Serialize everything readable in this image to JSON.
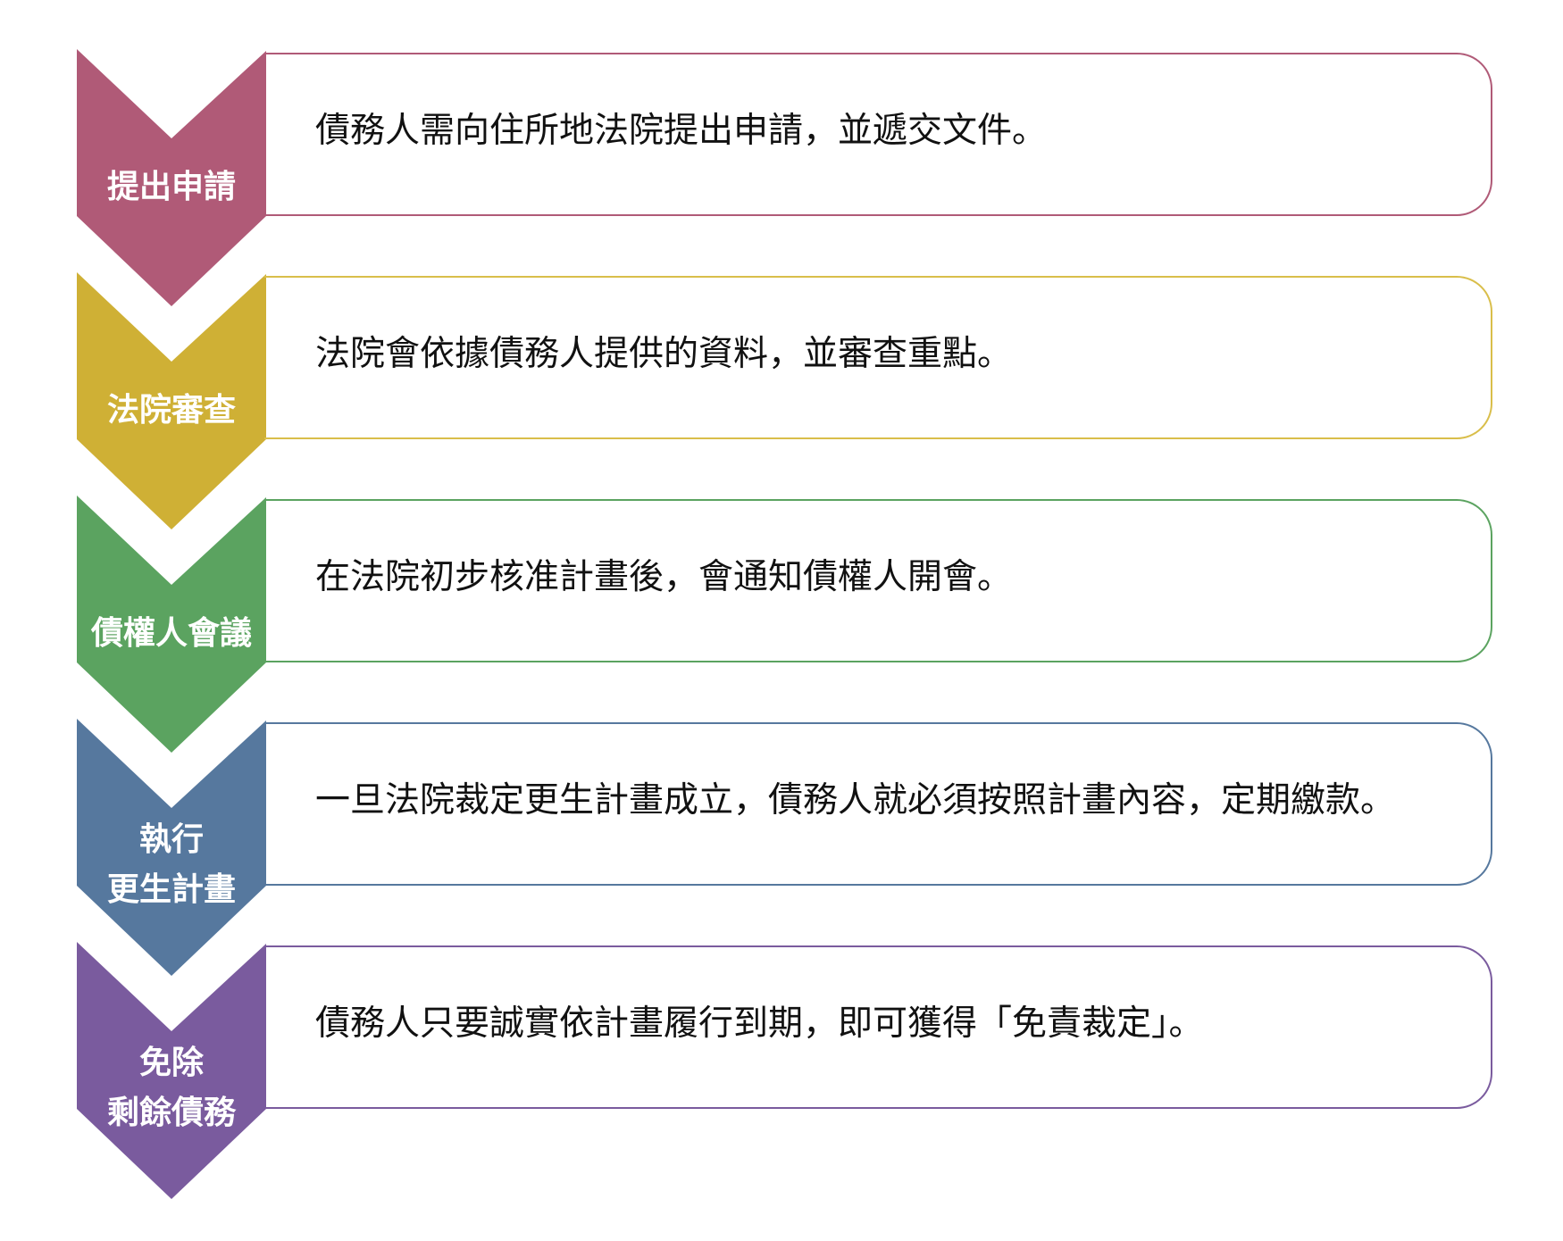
{
  "diagram": {
    "type": "vertical-chevron-process",
    "steps": [
      {
        "label_lines": [
          "提出申請"
        ],
        "description": "債務人需向住所地法院提出申請，並遞交文件。",
        "color": "#B05A77"
      },
      {
        "label_lines": [
          "法院審查"
        ],
        "description": "法院會依據債務人提供的資料，並審查重點。",
        "color": "#CFB035"
      },
      {
        "label_lines": [
          "債權人會議"
        ],
        "description": "在法院初步核准計畫後，會通知債權人開會。",
        "color": "#5BA360"
      },
      {
        "label_lines": [
          "執行",
          "更生計畫"
        ],
        "description": "一旦法院裁定更生計畫成立，債務人就必須按照計畫內容，定期繳款。",
        "color": "#56789E"
      },
      {
        "label_lines": [
          "免除",
          "剩餘債務"
        ],
        "description": "債務人只要誠實依計畫履行到期，即可獲得「免責裁定」。",
        "color": "#7A5B9E"
      }
    ]
  }
}
